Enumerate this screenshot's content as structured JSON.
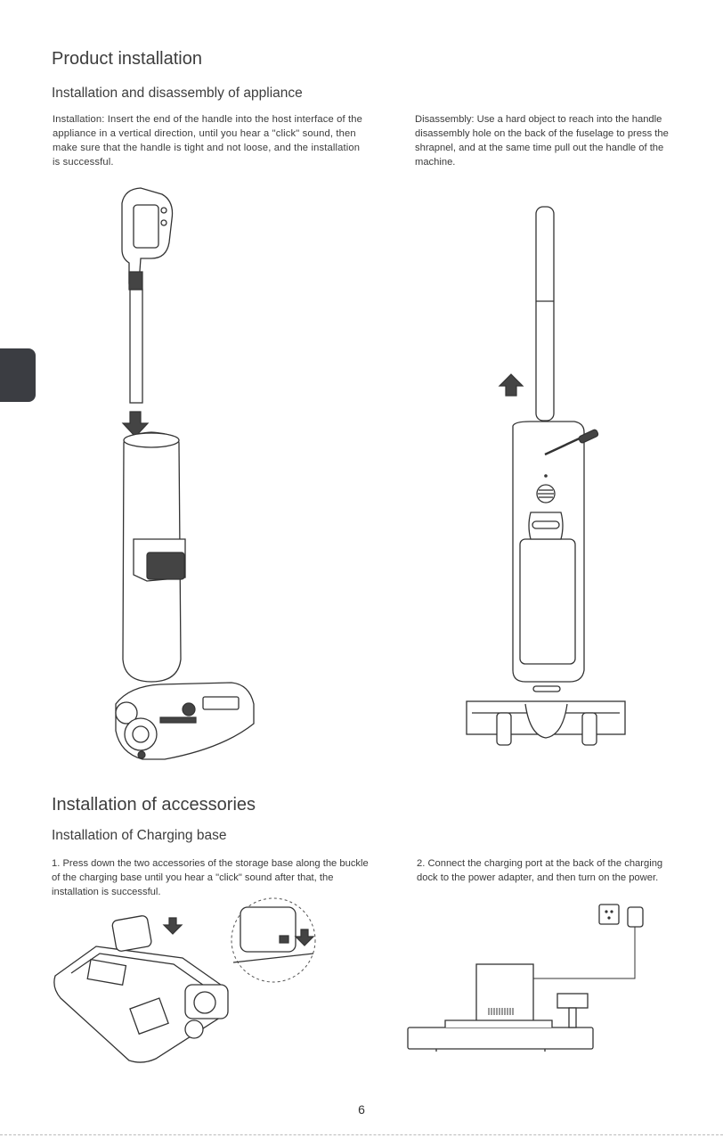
{
  "page_title": "Product installation",
  "section1": {
    "subtitle": "Installation and disassembly of appliance",
    "installation_text": "Installation: Insert the end of the handle into the host interface of the appliance in a vertical direction, until you hear a \"click\" sound, then make sure that the handle is tight and not loose, and the installation is successful.",
    "disassembly_text": "Disassembly: Use a hard object to reach into the handle disassembly hole on the back of the fuselage to press the shrapnel, and at the same time pull out the handle of the machine."
  },
  "section2": {
    "title": "Installation of accessories",
    "subtitle": "Installation of Charging base",
    "step1_text": "1. Press down the two accessories of the storage base along the buckle of the charging  base until you hear a \"click\" sound after that, the installation is successful.",
    "step2_text": "2. Connect the charging port at the back of the charging dock to the power adapter, and then turn on the power."
  },
  "page_number": "6",
  "colors": {
    "text": "#3a3a3a",
    "side_tab": "#3b3d42",
    "arrow": "#444444"
  },
  "icons": [
    "down-arrow-icon",
    "up-arrow-icon",
    "power-outlet-icon"
  ]
}
